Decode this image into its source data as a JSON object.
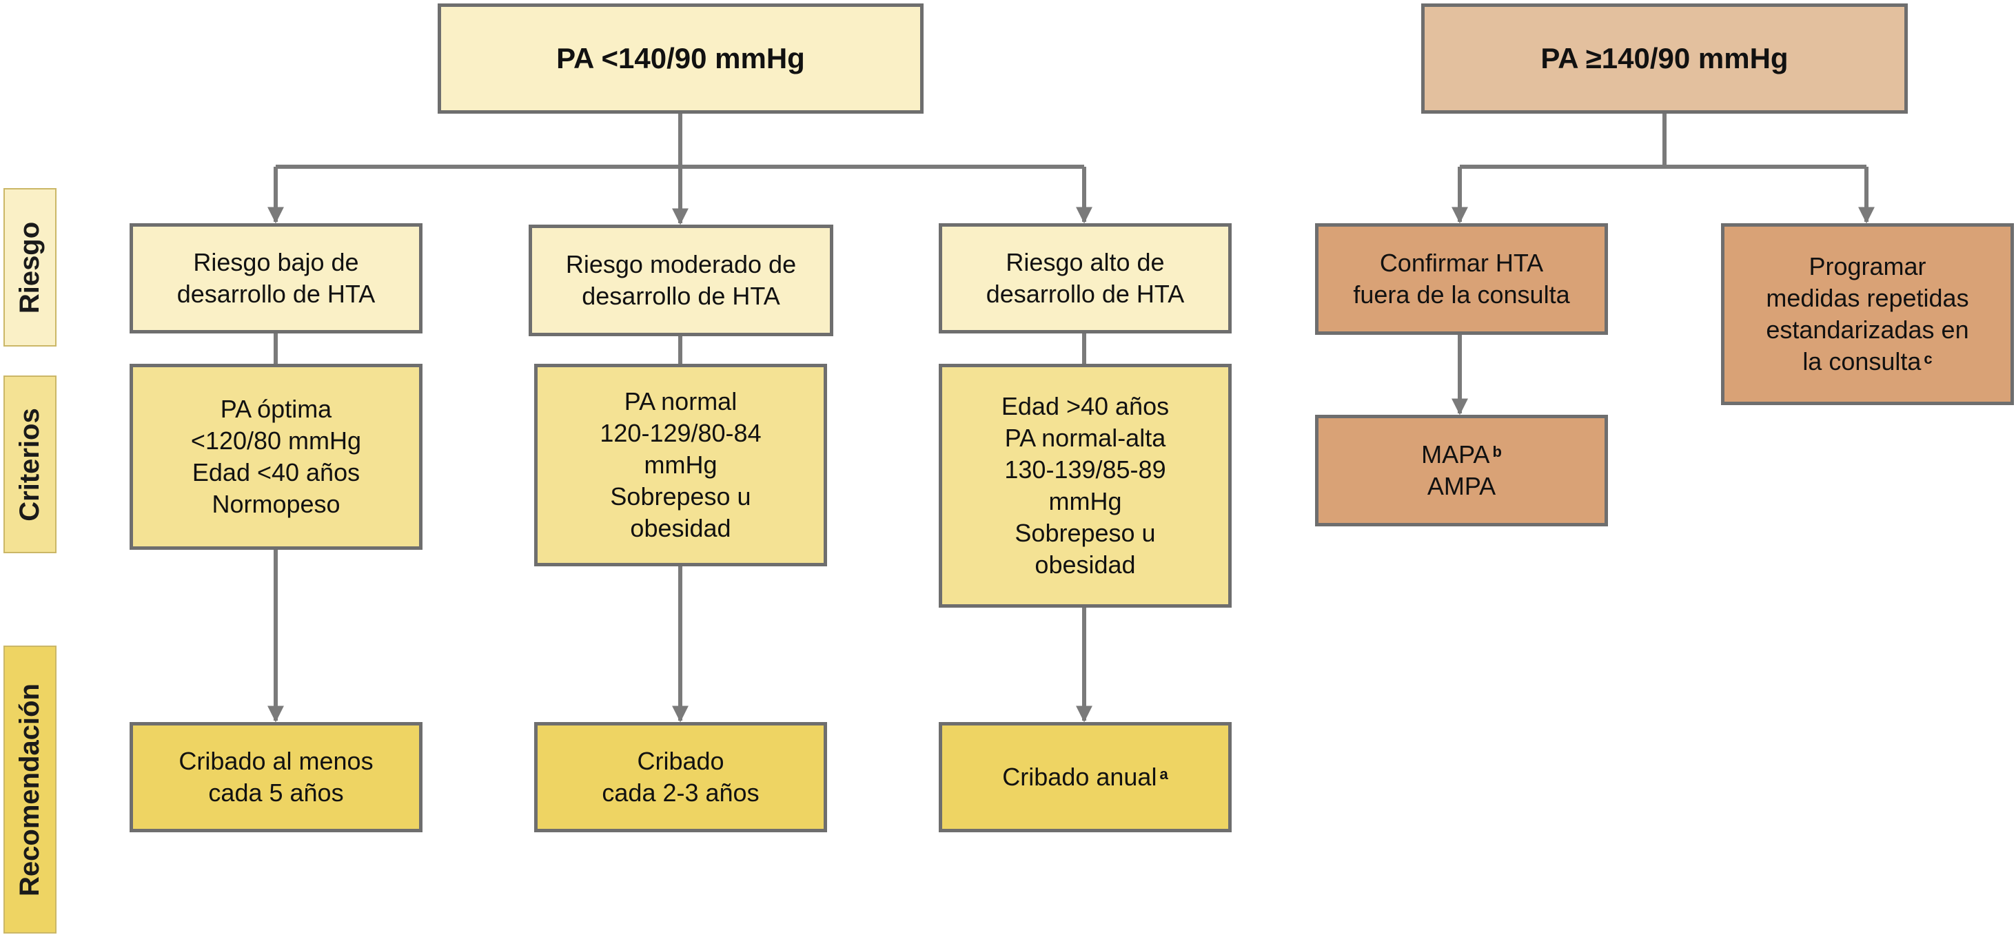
{
  "side_labels": {
    "riesgo": "Riesgo",
    "criterios": "Criterios",
    "recomendacion": "Recomendación"
  },
  "left_branch": {
    "header": "PA <140/90 mmHg",
    "low": {
      "risk": [
        "Riesgo bajo de",
        "desarrollo de HTA"
      ],
      "criteria": [
        "PA óptima",
        "<120/80 mmHg",
        "Edad <40 años",
        "Normopeso"
      ],
      "recommendation": [
        "Cribado al menos",
        "cada 5 años"
      ]
    },
    "moderate": {
      "risk": [
        "Riesgo moderado de",
        "desarrollo de HTA"
      ],
      "criteria": [
        "PA normal",
        "120-129/80-84",
        "mmHg",
        "Sobrepeso u",
        "obesidad"
      ],
      "recommendation": [
        "Cribado",
        "cada 2-3 años"
      ]
    },
    "high": {
      "risk": [
        "Riesgo alto de",
        "desarrollo de HTA"
      ],
      "criteria": [
        "Edad >40 años",
        "PA normal-alta",
        "130-139/85-89",
        "mmHg",
        "Sobrepeso u",
        "obesidad"
      ],
      "recommendation": "Cribado anual",
      "recommendation_note": "a"
    }
  },
  "right_branch": {
    "header": "PA ≥140/90 mmHg",
    "confirm": [
      "Confirmar HTA",
      "fuera de la consulta"
    ],
    "methods": {
      "mapa": "MAPA",
      "mapa_note": "b",
      "ampa": "AMPA"
    },
    "program": {
      "lines": [
        "Programar",
        "medidas repetidas",
        "estandarizadas en"
      ],
      "last_line": "la consulta",
      "note": "c"
    }
  },
  "colors": {
    "header_yellow": "#faf0c6",
    "risk_yellow": "#faf0c6",
    "criteria_yellow": "#f4e294",
    "recommendation_yellow": "#eed463",
    "header_orange": "#e3c09e",
    "box_orange": "#d9a276",
    "border": "#6e6e6e",
    "connector": "#7a7a7a"
  }
}
